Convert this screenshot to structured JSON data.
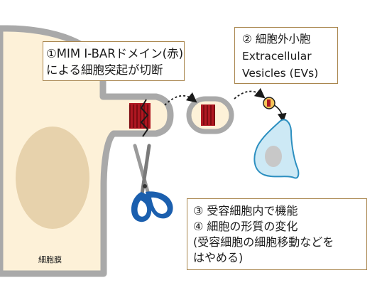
{
  "notes": {
    "step1": [
      "①MIM I-BARドメイン(赤)",
      "による細胞突起が切断"
    ],
    "step2": [
      "② 細胞外小胞",
      "Extracellular",
      "Vesicles (EVs)"
    ],
    "step34": [
      "③ 受容細胞内で機能",
      "④ 細胞の形質の変化",
      "(受容細胞の細胞移動などを",
      "はやめる)"
    ]
  },
  "labels": {
    "membrane": "細胞膜"
  },
  "colors": {
    "cytoplasm": "#fdf1d8",
    "nucleus": "#e7d2ac",
    "membrane": "#a9a9a9",
    "i_bar_red": "#b01822",
    "recipient_cell": "#cde9f5",
    "recipient_outline": "#2c8fc0",
    "recipient_nucleus": "#c8c8c8",
    "scissors_blue": "#1b5fae",
    "box_border": "#a9864e"
  },
  "icons": [
    "scissors-icon",
    "curved-arrow-icon"
  ]
}
